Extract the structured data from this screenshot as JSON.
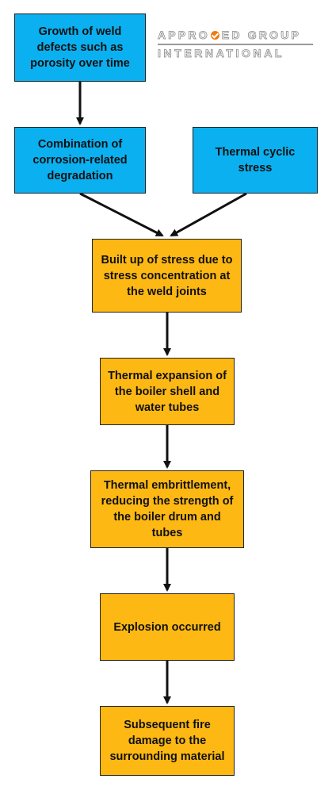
{
  "logo": {
    "line1_a": "APPRO",
    "line1_b": "ED GROUP",
    "line2": "INTERNATIONAL"
  },
  "nodes": {
    "weld_defects": "Growth of weld defects such as porosity over time",
    "corrosion": "Combination of corrosion-related degradation",
    "thermal_cyclic": "Thermal cyclic stress",
    "stress_buildup": "Built up of stress due to stress concentration at the weld joints",
    "thermal_expansion": "Thermal expansion of the boiler shell and water tubes",
    "embrittlement": "Thermal embrittlement, reducing the strength of the boiler drum and tubes",
    "explosion": "Explosion occurred",
    "fire_damage": "Subsequent fire damage to the surrounding material"
  },
  "colors": {
    "cause_box": "#0ab0ef",
    "effect_box": "#fdb813",
    "logo_accent": "#f07a10"
  }
}
